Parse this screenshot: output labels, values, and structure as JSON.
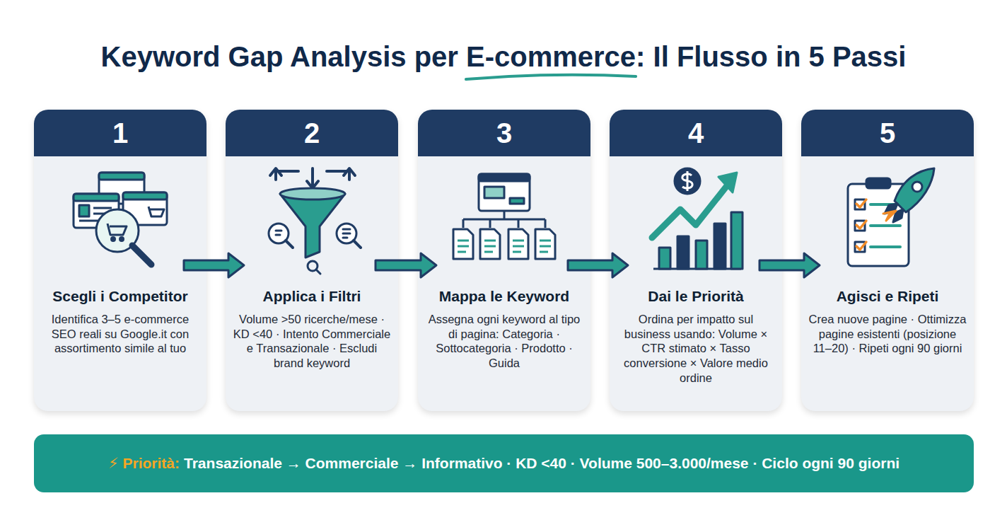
{
  "diagram": {
    "title": "Keyword Gap Analysis per E-commerce: Il Flusso in 5 Passi",
    "nodes": [
      {
        "text": [
          "1",
          "Scegli i Competitor",
          "Identifica 3–5 e-commerce SEO reali su Google.it con assortimento simile al tuo"
        ]
      },
      {
        "text": [
          "2",
          "Applica i Filtri",
          "Volume >50 ricerche/mese · KD <40 · Intento Commerciale e Transazionale · Escludi brand keyword"
        ]
      },
      {
        "text": [
          "3",
          "Mappa le Keyword",
          "Assegna ogni keyword al tipo di pagina: Categoria · Sottocategoria · Prodotto · Guida"
        ]
      },
      {
        "text": [
          "4",
          "Dai le Priorità",
          "Ordina per impatto sul business usando: Volume × CTR stimato × Tasso conversione × Valore medio ordine"
        ]
      },
      {
        "text": [
          "5",
          "Agisci e Ripeti",
          "Crea nuove pagine · Ottimizza pagine esistenti (posizione 11–20) · Ripeti ogni 90 giorni"
        ]
      },
      {
        "text": [
          "⚡ Priorità:",
          "Transazionale → Commerciale → Informativo · KD <40 · Volume 500–3.000/mese · Ciclo ogni 90 giorni"
        ]
      }
    ],
    "edges": [
      {
        "from": 0,
        "to": 1,
        "arrow": "to"
      },
      {
        "from": 1,
        "to": 2,
        "arrow": "to"
      },
      {
        "from": 2,
        "to": 3,
        "arrow": "to"
      },
      {
        "from": 3,
        "to": 4,
        "arrow": "to"
      }
    ]
  }
}
